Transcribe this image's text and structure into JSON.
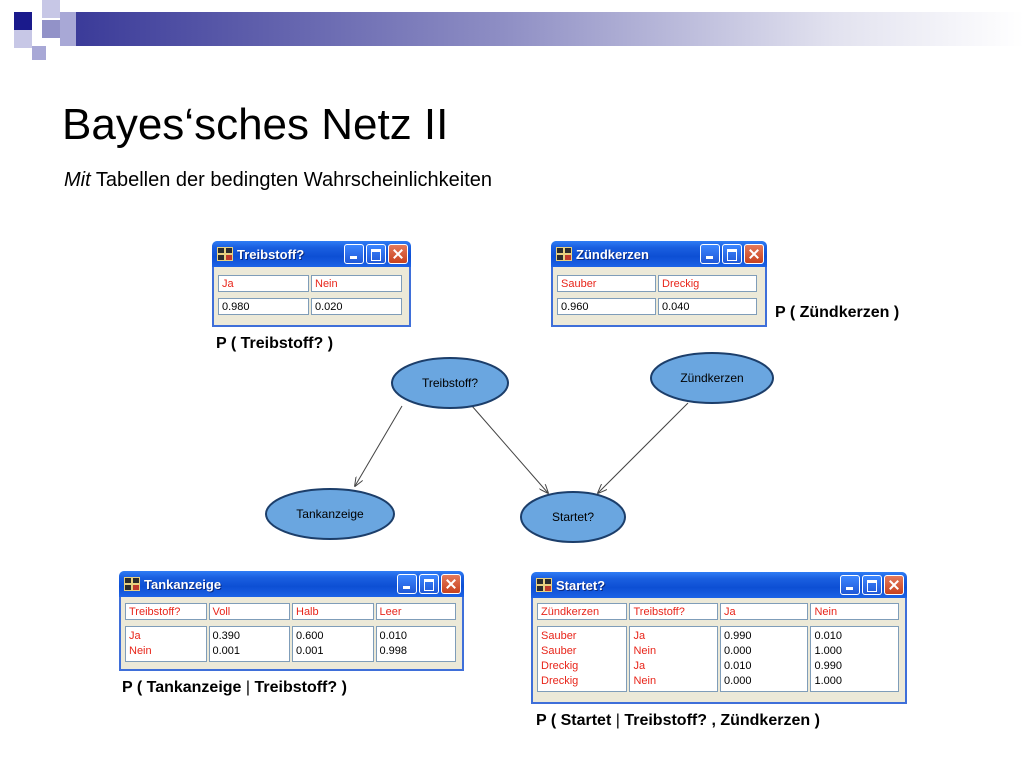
{
  "slide": {
    "title": "Bayes‘sches Netz II",
    "subtitle_italic": "Mit",
    "subtitle_rest": " Tabellen der bedingten Wahrscheinlichkeiten"
  },
  "colors": {
    "node_fill": "#6aa6e0",
    "node_stroke": "#1c3e6a",
    "header_text": "#e8251a",
    "titlebar": "#0d4fd4"
  },
  "nodes": [
    {
      "id": "treibstoff",
      "label": "Treibstoff?"
    },
    {
      "id": "zuendkerzen",
      "label": "Zündkerzen"
    },
    {
      "id": "tankanzeige",
      "label": "Tankanzeige"
    },
    {
      "id": "startet",
      "label": "Startet?"
    }
  ],
  "edges": [
    {
      "from": "treibstoff",
      "to": "tankanzeige"
    },
    {
      "from": "treibstoff",
      "to": "startet"
    },
    {
      "from": "zuendkerzen",
      "to": "startet"
    }
  ],
  "windows": {
    "treibstoff": {
      "title": "Treibstoff?",
      "headers": [
        "Ja",
        "Nein"
      ],
      "values": [
        "0.980",
        "0.020"
      ],
      "caption": "P ( Treibstoff? )"
    },
    "zuendkerzen": {
      "title": "Zündkerzen",
      "headers": [
        "Sauber",
        "Dreckig"
      ],
      "values": [
        "0.960",
        "0.040"
      ],
      "caption": "P ( Zündkerzen )"
    },
    "tankanzeige": {
      "title": "Tankanzeige",
      "headers": [
        "Treibstoff?",
        "Voll",
        "Halb",
        "Leer"
      ],
      "rows": [
        [
          "Ja",
          "0.390",
          "0.600",
          "0.010"
        ],
        [
          "Nein",
          "0.001",
          "0.001",
          "0.998"
        ]
      ],
      "caption_a": "P ( Tankanzeige ",
      "caption_sep": "|",
      "caption_b": " Treibstoff? )"
    },
    "startet": {
      "title": "Startet?",
      "headers": [
        "Zündkerzen",
        "Treibstoff?",
        "Ja",
        "Nein"
      ],
      "rows": [
        [
          "Sauber",
          "Ja",
          "0.990",
          "0.010"
        ],
        [
          "Sauber",
          "Nein",
          "0.000",
          "1.000"
        ],
        [
          "Dreckig",
          "Ja",
          "0.010",
          "0.990"
        ],
        [
          "Dreckig",
          "Nein",
          "0.000",
          "1.000"
        ]
      ],
      "caption_a": "P ( Startet ",
      "caption_sep": "|",
      "caption_b": " Treibstoff? , Zündkerzen )"
    }
  }
}
